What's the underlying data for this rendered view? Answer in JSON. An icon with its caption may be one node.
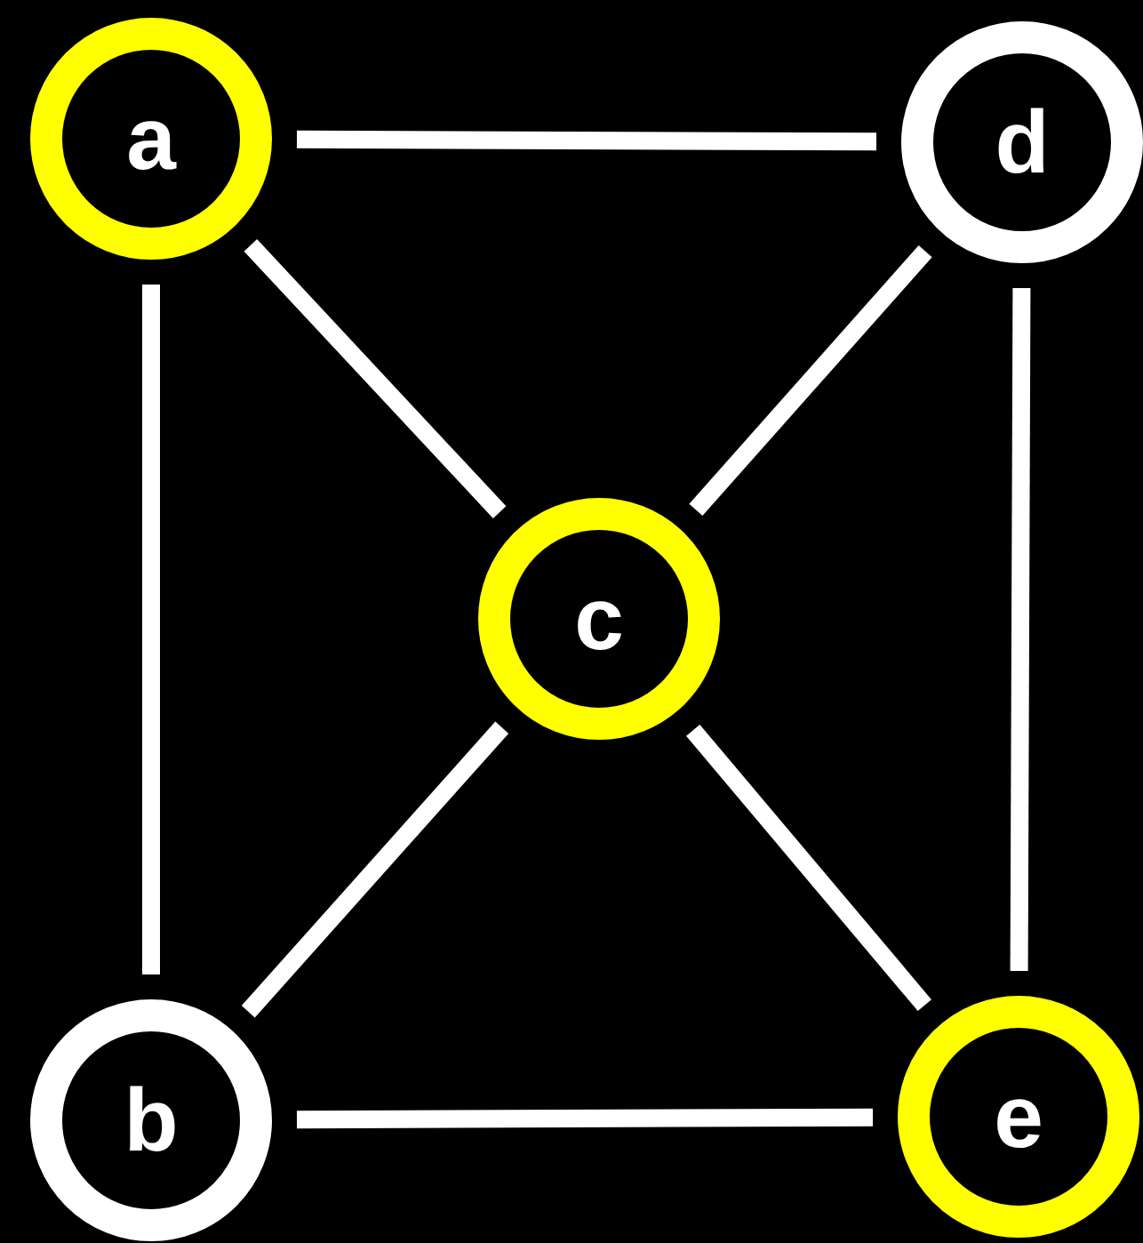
{
  "diagram": {
    "nodes": [
      {
        "text": [
          "a"
        ]
      },
      {
        "text": [
          "d"
        ]
      },
      {
        "text": [
          "c"
        ]
      },
      {
        "text": [
          "b"
        ]
      },
      {
        "text": [
          "e"
        ]
      }
    ],
    "edges": [
      {
        "from": 0,
        "to": 1,
        "arrow": "none"
      },
      {
        "from": 0,
        "to": 3,
        "arrow": "none"
      },
      {
        "from": 0,
        "to": 2,
        "arrow": "none"
      },
      {
        "from": 1,
        "to": 2,
        "arrow": "none"
      },
      {
        "from": 1,
        "to": 4,
        "arrow": "none"
      },
      {
        "from": 2,
        "to": 3,
        "arrow": "none"
      },
      {
        "from": 2,
        "to": 4,
        "arrow": "none"
      },
      {
        "from": 3,
        "to": 4,
        "arrow": "none"
      }
    ]
  }
}
